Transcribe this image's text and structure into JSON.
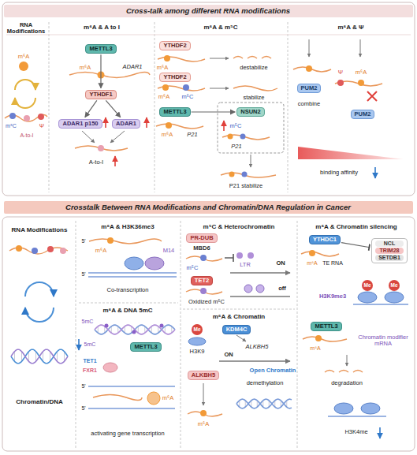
{
  "diagram": {
    "nodes": [
      {
        "text": [
          "Cross-talk among different RNA modifications"
        ]
      },
      {
        "text": [
          "METTL3"
        ]
      },
      {
        "text": [
          "YTHDF1"
        ]
      },
      {
        "text": [
          "ADAR1 p150"
        ]
      },
      {
        "text": [
          "ADAR1"
        ]
      },
      {
        "text": [
          "YTHDF2"
        ]
      },
      {
        "text": [
          "YTHDF2"
        ]
      },
      {
        "text": [
          "METTL3"
        ]
      },
      {
        "text": [
          "NSUN2"
        ]
      },
      {
        "text": [
          "PUM2"
        ]
      },
      {
        "text": [
          "PUM2"
        ]
      },
      {
        "text": [
          "Crosstalk Between RNA Modifications and Chromatin/DNA Regulation in Cancer"
        ]
      },
      {
        "text": [
          "METTL3"
        ]
      },
      {
        "text": [
          "PR-DUB"
        ]
      },
      {
        "text": [
          "TET2"
        ]
      },
      {
        "text": [
          "KDM4C"
        ]
      },
      {
        "text": [
          "ALKBH5"
        ]
      },
      {
        "text": [
          "YTHDC1"
        ]
      },
      {
        "text": [
          "NCL",
          "TRIM28",
          "SETDB1"
        ]
      },
      {
        "text": [
          "METTL3"
        ]
      }
    ],
    "edges": [
      {
        "from": 1,
        "to": 2,
        "arrow": "to"
      },
      {
        "from": 2,
        "to": 3,
        "arrow": "to"
      },
      {
        "from": 2,
        "to": 4,
        "arrow": "to"
      },
      {
        "from": 7,
        "to": 8,
        "arrow": "to"
      },
      {
        "from": 17,
        "to": 18,
        "arrow": "none"
      }
    ],
    "labels": [
      "RNA Modifications",
      "m⁶A & A to I",
      "m⁶A & m⁵C",
      "m⁶A & Ψ",
      "m⁶A",
      "m⁵C",
      "A-to-I",
      "Ψ",
      "m⁶A",
      "ADAR1",
      "A-to-I",
      "m⁶A",
      "destabilize",
      "m⁶A",
      "m⁵C",
      "stabilize",
      "m⁶A",
      "P21",
      "m⁵C",
      "P21",
      "P21 stabilize",
      "combine",
      "Ψ",
      "m⁶A",
      "binding affinity",
      "RNA Modifications",
      "Chromatin/DNA",
      "m⁶A & H3K36me3",
      "5'",
      "m⁶A",
      "M14",
      "5'",
      "Co-transcription",
      "m⁶A & DNA 5mC",
      "5mC",
      "5mC",
      "TET1",
      "FXR1",
      "5'",
      "5'",
      "m⁶A",
      "activating gene transcription",
      "m⁵C & Heterochromatin",
      "MBD6",
      "m⁵C",
      "LTR",
      "ON",
      "Oxidized m⁵C",
      "off",
      "m⁶A & Chromatin",
      "Me",
      "H3K9",
      "ALKBH5",
      "ON",
      "Open Chromatin",
      "demethylation",
      "m⁶A",
      "m⁶A & Chromatin silencing",
      "m⁶A",
      "TE RNA",
      "Me",
      "Me",
      "H3K9me3",
      "m⁶A",
      "Chromatin modifier mRNA",
      "degradation",
      "H3K4me"
    ]
  }
}
